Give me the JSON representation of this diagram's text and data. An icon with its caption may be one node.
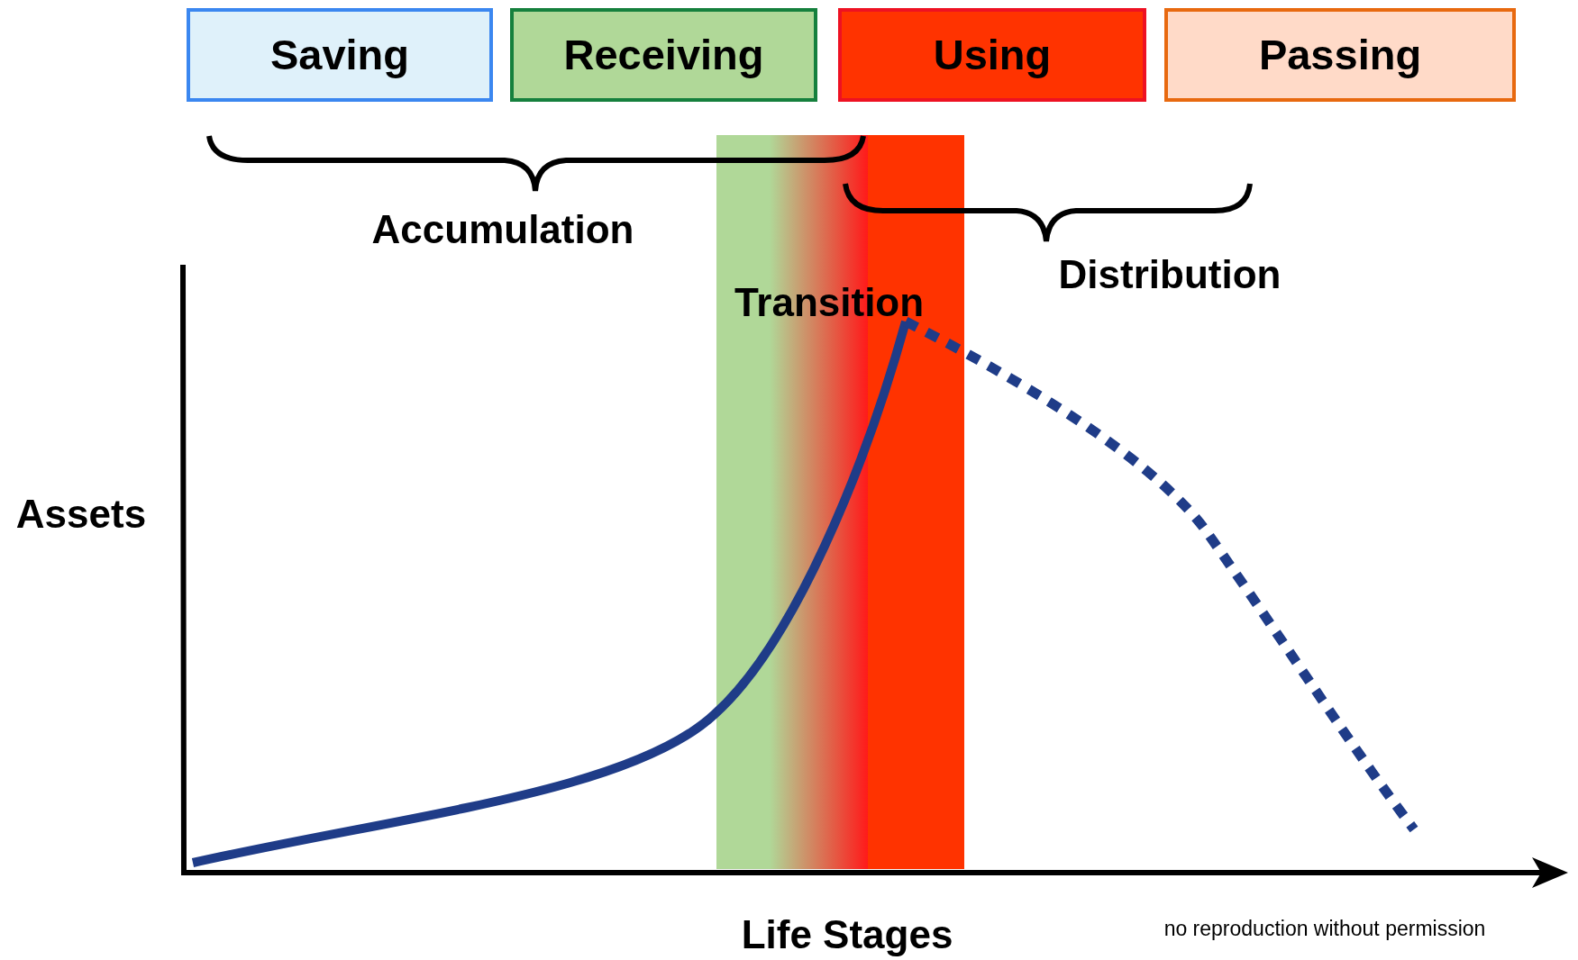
{
  "diagram": {
    "nodes": [
      {
        "text": [
          "Saving"
        ]
      },
      {
        "text": [
          "Receiving"
        ]
      },
      {
        "text": [
          "Using"
        ]
      },
      {
        "text": [
          "Passing"
        ]
      }
    ],
    "labels": [
      "Accumulation",
      "Distribution",
      "Transition",
      "Assets",
      "Life Stages",
      "no reproduction without permission"
    ]
  }
}
